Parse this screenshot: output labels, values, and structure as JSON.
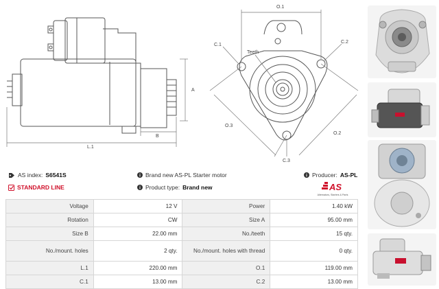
{
  "drawing": {
    "dims": {
      "a": "A",
      "b": "B",
      "l1": "L.1",
      "o1": "O.1",
      "o2": "O.2",
      "o3": "O.3",
      "c1": "C.1",
      "c2": "C.2",
      "c3": "C.3",
      "teeth": "Teeth"
    }
  },
  "info": {
    "index_label": "AS index:",
    "index_value": "S6541S",
    "line_label": "STANDARD LINE",
    "brand_new_text": "Brand new AS-PL Starter motor",
    "product_type_label": "Product type:",
    "product_type_value": "Brand new",
    "producer_label": "Producer:",
    "producer_value": "AS-PL"
  },
  "logo": {
    "mark": "AS",
    "tagline": "Alternators, Starters & Parts"
  },
  "specs": [
    {
      "l1": "Voltage",
      "v1": "12 V",
      "l2": "Power",
      "v2": "1.40 kW"
    },
    {
      "l1": "Rotation",
      "v1": "CW",
      "l2": "Size A",
      "v2": "95.00 mm"
    },
    {
      "l1": "Size B",
      "v1": "22.00 mm",
      "l2": "No./teeth",
      "v2": "15 qty."
    },
    {
      "l1": "No./mount. holes",
      "v1": "2 qty.",
      "l2": "No./mount. holes with thread",
      "v2": "0 qty."
    },
    {
      "l1": "L.1",
      "v1": "220.00 mm",
      "l2": "O.1",
      "v2": "119.00 mm"
    },
    {
      "l1": "C.1",
      "v1": "13.00 mm",
      "l2": "C.2",
      "v2": "13.00 mm"
    }
  ],
  "colors": {
    "accent_red": "#d0102a",
    "line_gray": "#555555"
  }
}
